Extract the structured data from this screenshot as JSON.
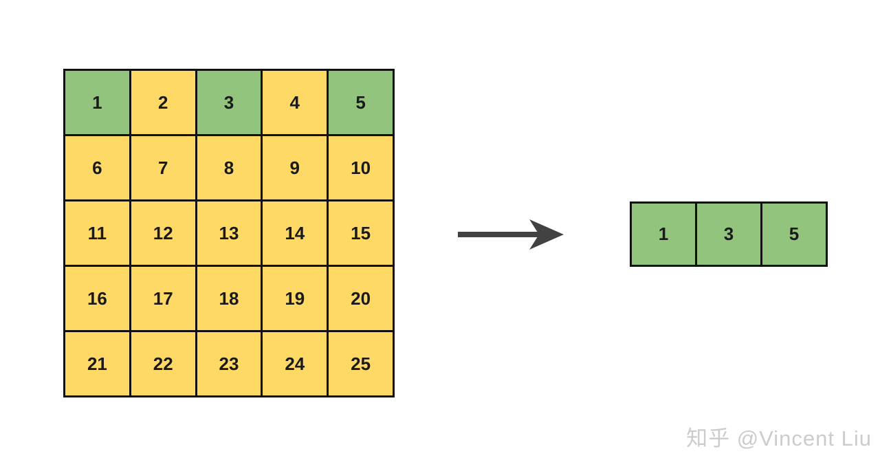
{
  "matrix": {
    "rows": [
      [
        1,
        2,
        3,
        4,
        5
      ],
      [
        6,
        7,
        8,
        9,
        10
      ],
      [
        11,
        12,
        13,
        14,
        15
      ],
      [
        16,
        17,
        18,
        19,
        20
      ],
      [
        21,
        22,
        23,
        24,
        25
      ]
    ],
    "highlighted_values": [
      1,
      3,
      5
    ]
  },
  "result": {
    "values": [
      1,
      3,
      5
    ]
  },
  "arrow": {
    "direction": "right"
  },
  "watermark": {
    "text": "知乎 @Vincent Liu"
  },
  "colors": {
    "background": "#ffffff",
    "cell_yellow": "#ffd966",
    "highlight_green": "#93c47d",
    "border": "#111111",
    "arrow": "#424242",
    "cell_text": "#1a1a1a",
    "watermark": "#cccccc"
  }
}
